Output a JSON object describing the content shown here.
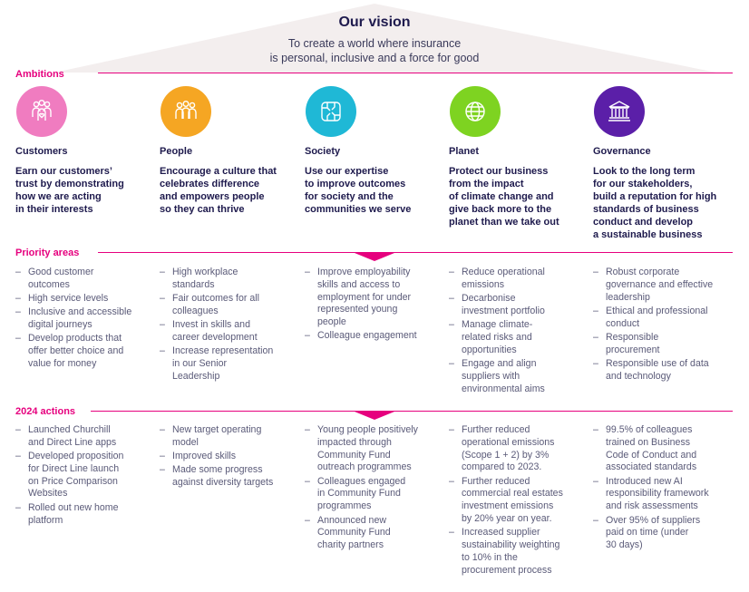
{
  "vision": {
    "title": "Our vision",
    "line1": "To create a world where insurance",
    "line2": "is personal, inclusive and a force for good"
  },
  "sections": {
    "ambitions": "Ambitions",
    "priority": "Priority areas",
    "actions": "2024 actions"
  },
  "colors": {
    "accent": "#e6007e",
    "navy": "#1e1a4d",
    "customers": "#f07cc0",
    "people": "#f5a623",
    "society": "#1fb8d6",
    "planet": "#7ed321",
    "governance": "#5b1fa8"
  },
  "columns": [
    {
      "key": "customers",
      "icon": "people-heart-icon",
      "title": "Customers",
      "ambition": [
        "Earn our customers’",
        "trust by demonstrating",
        "how we are acting",
        "in their interests"
      ],
      "priority": [
        [
          "Good customer",
          "outcomes"
        ],
        [
          "High service levels"
        ],
        [
          "Inclusive and accessible",
          "digital journeys"
        ],
        [
          "Develop products that",
          "offer better choice and",
          "value for money"
        ]
      ],
      "actions": [
        [
          "Launched Churchill",
          "and Direct Line apps"
        ],
        [
          "Developed proposition",
          "for Direct Line launch",
          "on Price Comparison",
          "Websites"
        ],
        [
          "Rolled out new home",
          "platform"
        ]
      ]
    },
    {
      "key": "people",
      "icon": "team-icon",
      "title": "People",
      "ambition": [
        "Encourage a culture that",
        "celebrates difference",
        "and empowers people",
        "so they can thrive"
      ],
      "priority": [
        [
          "High workplace",
          "standards"
        ],
        [
          "Fair outcomes for all",
          "colleagues"
        ],
        [
          "Invest in skills and",
          "career development"
        ],
        [
          "Increase representation",
          "in our Senior",
          "Leadership"
        ]
      ],
      "actions": [
        [
          "New target operating",
          "model"
        ],
        [
          "Improved skills"
        ],
        [
          "Made some progress",
          "against diversity targets"
        ]
      ]
    },
    {
      "key": "society",
      "icon": "joined-hands-icon",
      "title": "Society",
      "ambition": [
        "Use our expertise",
        "to improve outcomes",
        "for society and the",
        "communities we serve"
      ],
      "priority": [
        [
          "Improve employability",
          "skills and access to",
          "employment for under",
          "represented young",
          "people"
        ],
        [
          "Colleague engagement"
        ]
      ],
      "actions": [
        [
          "Young people positively",
          "impacted through",
          "Community Fund",
          "outreach programmes"
        ],
        [
          "Colleagues engaged",
          "in Community Fund",
          "programmes"
        ],
        [
          "Announced new",
          "Community Fund",
          "charity partners"
        ]
      ]
    },
    {
      "key": "planet",
      "icon": "globe-icon",
      "title": "Planet",
      "ambition": [
        "Protect our business",
        "from the impact",
        "of climate change and",
        "give back more to the",
        "planet than we take out"
      ],
      "priority": [
        [
          "Reduce operational",
          "emissions"
        ],
        [
          "Decarbonise",
          "investment portfolio"
        ],
        [
          "Manage climate-",
          "related risks and",
          "opportunities"
        ],
        [
          "Engage and align",
          "suppliers with",
          "environmental aims"
        ]
      ],
      "actions": [
        [
          "Further reduced",
          "operational emissions",
          "(Scope 1 + 2) by 3%",
          "compared to 2023."
        ],
        [
          "Further reduced",
          "commercial real estates",
          "investment emissions",
          "by 20% year on year."
        ],
        [
          "Increased supplier",
          "sustainability weighting",
          "to 10% in the",
          "procurement process"
        ]
      ]
    },
    {
      "key": "governance",
      "icon": "institution-icon",
      "title": "Governance",
      "ambition": [
        "Look to the long term",
        "for our stakeholders,",
        "build a reputation for high",
        "standards of business",
        "conduct and develop",
        "a sustainable business"
      ],
      "priority": [
        [
          "Robust corporate",
          "governance and effective",
          "leadership"
        ],
        [
          "Ethical and professional",
          "conduct"
        ],
        [
          "Responsible",
          "procurement"
        ],
        [
          "Responsible use of data",
          "and technology"
        ]
      ],
      "actions": [
        [
          "99.5% of colleagues",
          "trained on Business",
          "Code of Conduct and",
          "associated standards"
        ],
        [
          "Introduced new AI",
          "responsibility framework",
          "and risk assessments"
        ],
        [
          "Over 95% of suppliers",
          "paid on time (under",
          "30 days)"
        ]
      ]
    }
  ]
}
